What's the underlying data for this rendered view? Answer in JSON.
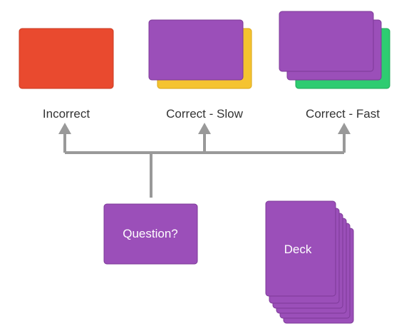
{
  "colors": {
    "purple": "#9b4fb9",
    "purple_border": "#7d3a98",
    "red": "#e94a2f",
    "red_border": "#c93a22",
    "yellow": "#f5c330",
    "yellow_border": "#d9a516",
    "green": "#2ecc71",
    "green_border": "#1fa857",
    "connector": "#999999",
    "text": "#333333",
    "card_text": "#ffffff"
  },
  "outcomes": [
    {
      "label": "Incorrect",
      "stack_color": "red"
    },
    {
      "label": "Correct - Slow",
      "stack_color": "yellow"
    },
    {
      "label": "Correct - Fast",
      "stack_color": "green"
    }
  ],
  "question_card": {
    "label": "Question?"
  },
  "deck": {
    "label": "Deck"
  }
}
